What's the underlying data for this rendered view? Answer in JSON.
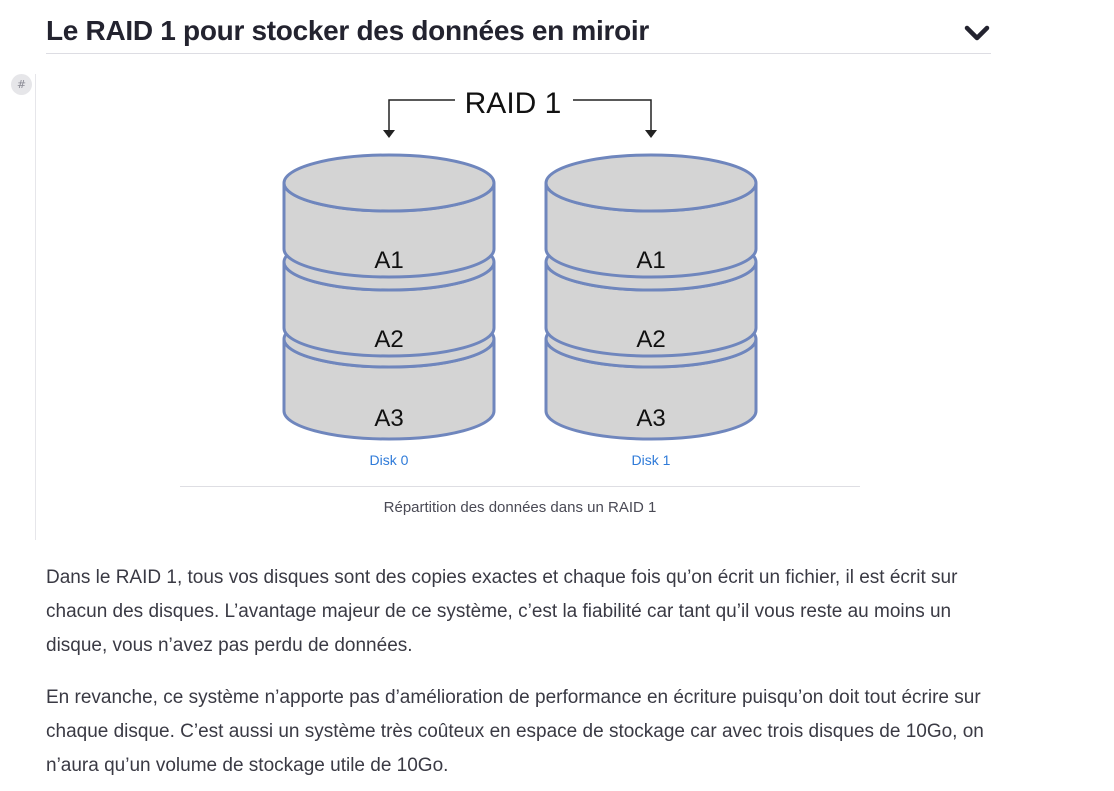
{
  "section": {
    "title": "Le RAID 1 pour stocker des données en miroir",
    "toggle_icon": "chevron-down-icon",
    "anchor": "#"
  },
  "figure": {
    "title": "RAID 1",
    "disks": [
      {
        "label": "Disk 0",
        "blocks": [
          "A1",
          "A2",
          "A3"
        ]
      },
      {
        "label": "Disk 1",
        "blocks": [
          "A1",
          "A2",
          "A3"
        ]
      }
    ],
    "caption": "Répartition des données dans un RAID 1",
    "colors": {
      "disk_fill": "#d4d4d4",
      "disk_stroke": "#6f86bd",
      "disk_label": "#2f7bd9",
      "arrow": "#222222"
    }
  },
  "paragraphs": [
    "Dans le RAID 1, tous vos disques sont des copies exactes et chaque fois qu’on écrit un fichier, il est écrit sur chacun des disques. L’avantage majeur de ce système, c’est la fiabilité car tant qu’il vous reste au moins un disque, vous n’avez pas perdu de données.",
    "En revanche, ce système n’apporte pas d’amélioration de performance en écriture puisqu’on doit tout écrire sur chaque disque. C’est aussi un système très coûteux en espace de stockage car avec trois disques de 10Go, on n’aura qu’un volume de stockage utile de 10Go."
  ]
}
